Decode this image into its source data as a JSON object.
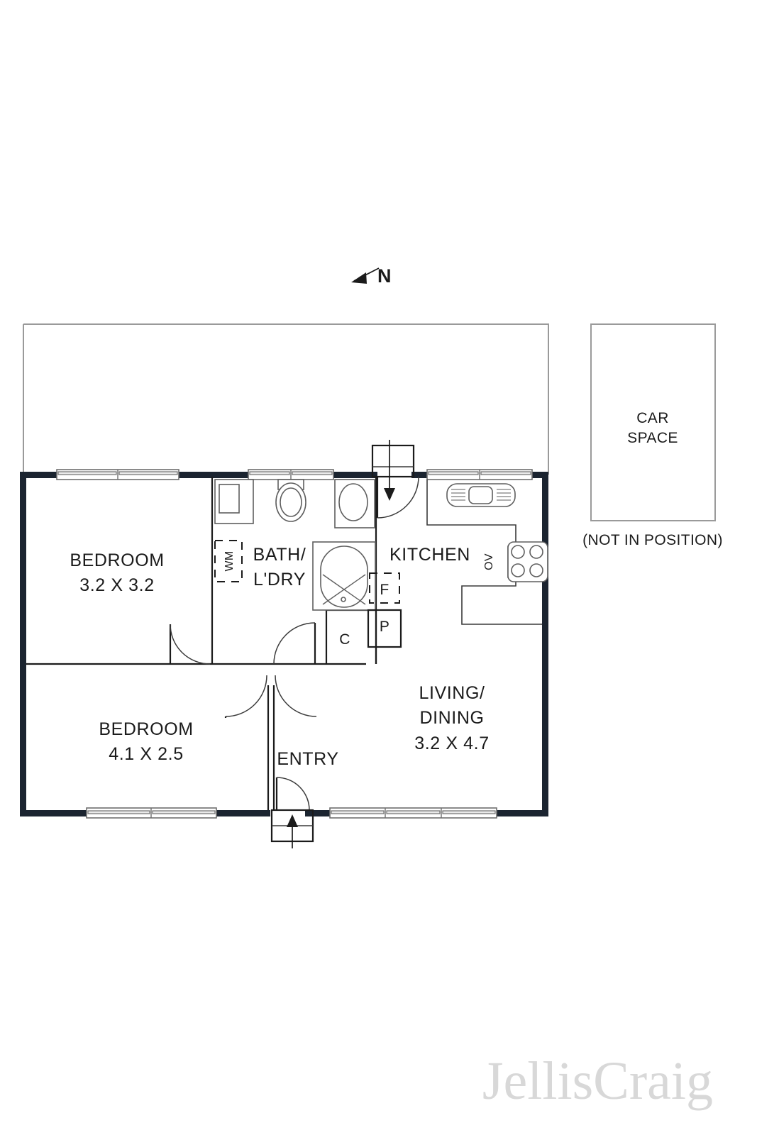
{
  "document": {
    "type": "real-estate-floor-plan",
    "brand": "JellisCraig",
    "orientation_label": "N"
  },
  "rooms": [
    {
      "id": "bedroom-1",
      "name": "BEDROOM",
      "dimensions": "3.2 X 3.2"
    },
    {
      "id": "bedroom-2",
      "name": "BEDROOM",
      "dimensions": "4.1 X 2.5"
    },
    {
      "id": "bath-laundry",
      "name_line_1": "BATH/",
      "name_line_2": "L'DRY"
    },
    {
      "id": "kitchen",
      "name": "KITCHEN"
    },
    {
      "id": "living-dining",
      "name_line_1": "LIVING/",
      "name_line_2": "DINING",
      "dimensions": "3.2 X 4.7"
    },
    {
      "id": "entry",
      "name": "ENTRY"
    }
  ],
  "appliances": [
    {
      "id": "washing-machine",
      "label": "WM"
    },
    {
      "id": "fridge",
      "label": "F"
    },
    {
      "id": "pantry",
      "label": "P"
    },
    {
      "id": "cupboard",
      "label": "C"
    },
    {
      "id": "oven",
      "label": "OV"
    }
  ],
  "car_space": {
    "label_line_1": "CAR",
    "label_line_2": "SPACE",
    "note": "(NOT IN POSITION)"
  },
  "colors": {
    "wall": "#1b2430",
    "fixture_stroke": "#5e5e5e",
    "boundary": "#9a9a9a",
    "text": "#1b1b1b",
    "window_pane": "#e9e9e9",
    "logo": "#d8d8d8"
  }
}
